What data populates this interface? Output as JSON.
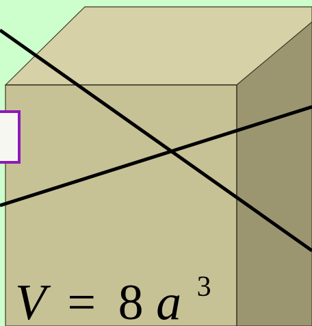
{
  "formula": {
    "variable": "V",
    "equals": "=",
    "coefficient": "8",
    "base": "a",
    "exponent": "3"
  },
  "colors": {
    "background": "#ccffcc",
    "cube_front": "#c7c196",
    "cube_top": "#d6d1a6",
    "cube_side": "#9c9670",
    "cube_edge": "#3d3a28",
    "cross_lines": "#000000",
    "box_border": "#8c1ab8",
    "box_fill": "#f7f7f2"
  }
}
